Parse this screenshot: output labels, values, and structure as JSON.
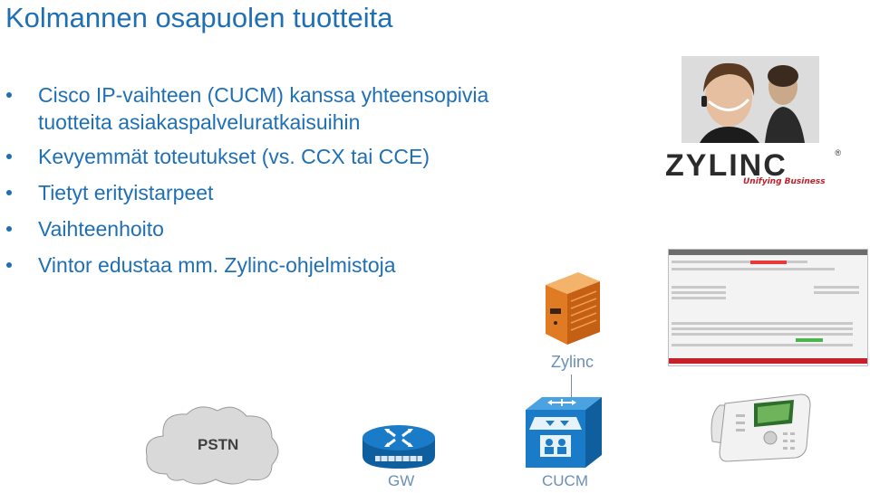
{
  "title": "Kolmannen osapuolen tuotteita",
  "bullets": [
    {
      "line1": "Cisco IP-vaihteen (CUCM) kanssa yhteensopivia",
      "line2": "tuotteita asiakaspalveluratkaisuihin"
    },
    {
      "text": "Kevyemmät toteutukset (vs. CCX tai CCE)"
    },
    {
      "text": "Tietyt erityistarpeet"
    },
    {
      "text": "Vaihteenhoito"
    },
    {
      "text": "Vintor edustaa mm. Zylinc-ohjelmistoja"
    }
  ],
  "logo": {
    "word": "ZYLINC",
    "tagline": "Unifying Business",
    "reg": "®"
  },
  "diagram": {
    "zylinc_label": "Zylinc",
    "pstn_label": "PSTN",
    "gw_label": "GW",
    "cucm_label": "CUCM"
  },
  "colors": {
    "title": "#1f6fb5",
    "label": "#6a8fb8",
    "server": "#e07b24",
    "cisco_blue": "#1a7cc8"
  }
}
